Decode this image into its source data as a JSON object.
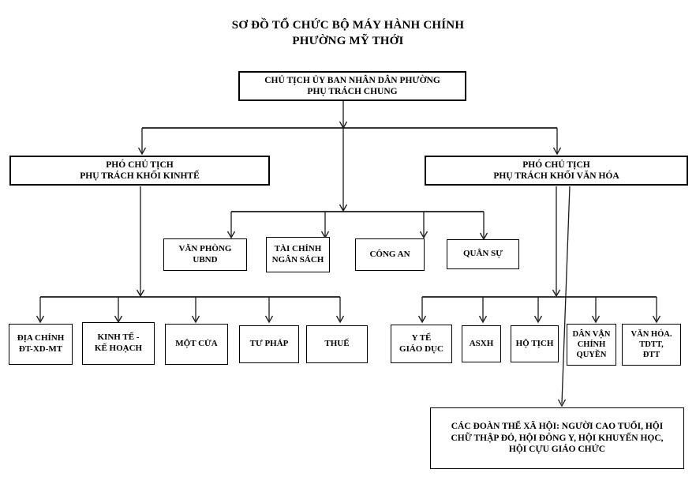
{
  "title": {
    "line1": "SƠ ĐỒ TỔ CHỨC BỘ MÁY HÀNH CHÍNH",
    "line2": "PHƯỜNG MỸ THỚI"
  },
  "nodes": {
    "chu_tich": {
      "lines": [
        "CHỦ TỊCH ỦY BAN NHÂN DÂN PHƯỜNG",
        "PHỤ TRÁCH CHUNG"
      ]
    },
    "pho_kinh_te": {
      "lines": [
        "PHÓ CHỦ TỊCH",
        "PHỤ TRÁCH KHỐI KINHTẾ"
      ]
    },
    "pho_van_hoa": {
      "lines": [
        "PHÓ CHỦ TỊCH",
        "PHỤ TRÁCH KHỐI VĂN HÓA"
      ]
    },
    "van_phong": {
      "lines": [
        "VĂN PHÒNG",
        "UBND"
      ]
    },
    "tai_chinh": {
      "lines": [
        "TÀI CHÍNH",
        "NGÂN SÁCH"
      ]
    },
    "cong_an": {
      "lines": [
        "CÔNG AN"
      ]
    },
    "quan_su": {
      "lines": [
        "QUÂN SỰ"
      ]
    },
    "dia_chinh": {
      "lines": [
        "ĐỊA CHÍNH",
        "ĐT-XD-MT"
      ]
    },
    "kinh_te_ke_hoach": {
      "lines": [
        "KINH TẾ -",
        "KẾ HOẠCH"
      ]
    },
    "mot_cua": {
      "lines": [
        "MỘT CỬA"
      ]
    },
    "tu_phap": {
      "lines": [
        "TƯ PHÁP"
      ]
    },
    "thue": {
      "lines": [
        "THUẾ"
      ]
    },
    "y_te": {
      "lines": [
        "Y TẾ",
        "GIÁO DỤC"
      ]
    },
    "asxh": {
      "lines": [
        "ASXH"
      ]
    },
    "ho_tich": {
      "lines": [
        "HỘ TỊCH"
      ]
    },
    "dan_van": {
      "lines": [
        "DÂN VẬN",
        "CHÍNH",
        "QUYỀN"
      ]
    },
    "van_hoa_tdtt": {
      "lines": [
        "VĂN HÓA.",
        "TDTT,",
        "ĐTT"
      ]
    },
    "doan_the": {
      "lines": [
        "CÁC ĐOÀN THỂ XÃ HỘI: NGƯỜI CAO TUỔI, HỘI",
        "CHỮ THẬP ĐỎ, HỘI ĐÔNG Y, HỘI KHUYẾN HỌC,",
        "HỘI CỰU GIÁO CHỨC"
      ]
    }
  },
  "colors": {
    "background": "#ffffff",
    "line": "#1a1a1a",
    "box_border": "#000000",
    "text": "#000000"
  }
}
